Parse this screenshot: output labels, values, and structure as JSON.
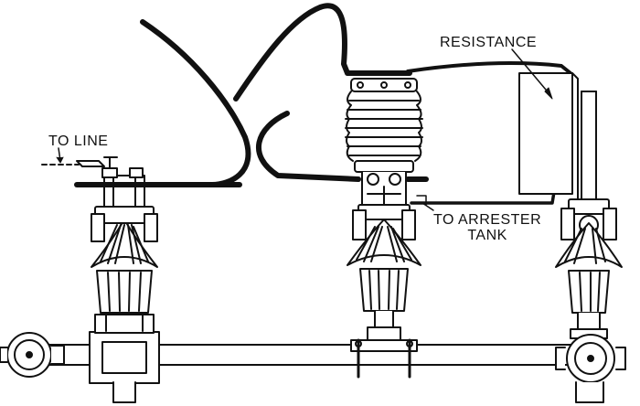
{
  "labels": {
    "resistance": "RESISTANCE",
    "to_line": "TO LINE",
    "to_arrester_line1": "TO ARRESTER",
    "to_arrester_line2": "TANK"
  },
  "colors": {
    "ink": "#111111",
    "paper": "#ffffff"
  }
}
